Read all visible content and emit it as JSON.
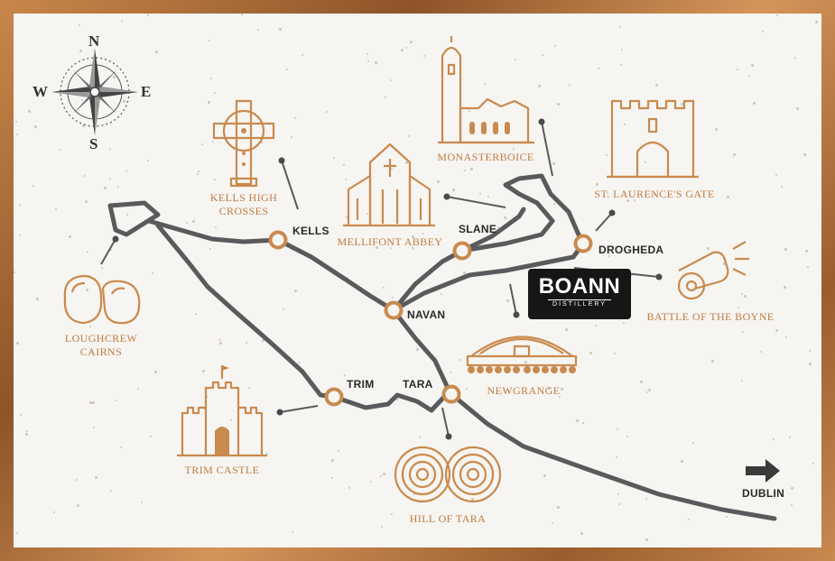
{
  "compass": {
    "n": "N",
    "s": "S",
    "e": "E",
    "w": "W"
  },
  "towns": {
    "kells": "KELLS",
    "slane": "SLANE",
    "drogheda": "DROGHEDA",
    "navan": "NAVAN",
    "trim": "TRIM",
    "tara": "TARA",
    "dublin": "DUBLIN"
  },
  "sites": {
    "kells_high_crosses": [
      "KELLS HIGH",
      "CROSSES"
    ],
    "monasterboice": "MONASTERBOICE",
    "mellifont_abbey": "MELLIFONT ABBEY",
    "st_laurences_gate": "ST. LAURENCE'S GATE",
    "battle_of_the_boyne": "BATTLE OF THE BOYNE",
    "loughcrew_cairns": [
      "LOUGHCREW",
      "CAIRNS"
    ],
    "newgrange": "NEWGRANGE",
    "trim_castle": "TRIM CASTLE",
    "hill_of_tara": "HILL OF TARA"
  },
  "logo": {
    "name": "BOANN",
    "sub": "DISTILLERY"
  },
  "colors": {
    "accent": "#c98a4e",
    "road": "#5a5a5c",
    "frame": "#b9773e",
    "paper": "#f6f5f2"
  }
}
